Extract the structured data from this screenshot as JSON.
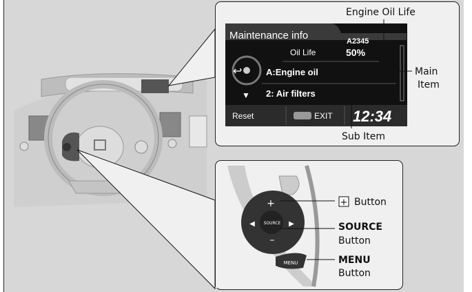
{
  "screen": {
    "title": "Maintenance info",
    "code": "A2345",
    "oil_life_label": "Oil Life",
    "oil_life_value": "50%",
    "main_item": "A:Engine oil",
    "sub_item": "2: Air filters",
    "reset": "Reset",
    "menu_icon": "MENU",
    "exit": "EXIT",
    "clock": "12:34"
  },
  "callouts": {
    "engine_oil_life": "Engine Oil Life",
    "main_item_1": "Main",
    "main_item_2": "Item",
    "sub_item": "Sub Item"
  },
  "controls": {
    "plus": "+",
    "minus": "–",
    "source": "SOURCE",
    "menu": "MENU",
    "plus_button_label": "Button",
    "source_button_1": "SOURCE",
    "source_button_2": "Button",
    "menu_button_1": "MENU",
    "menu_button_2": "Button"
  }
}
